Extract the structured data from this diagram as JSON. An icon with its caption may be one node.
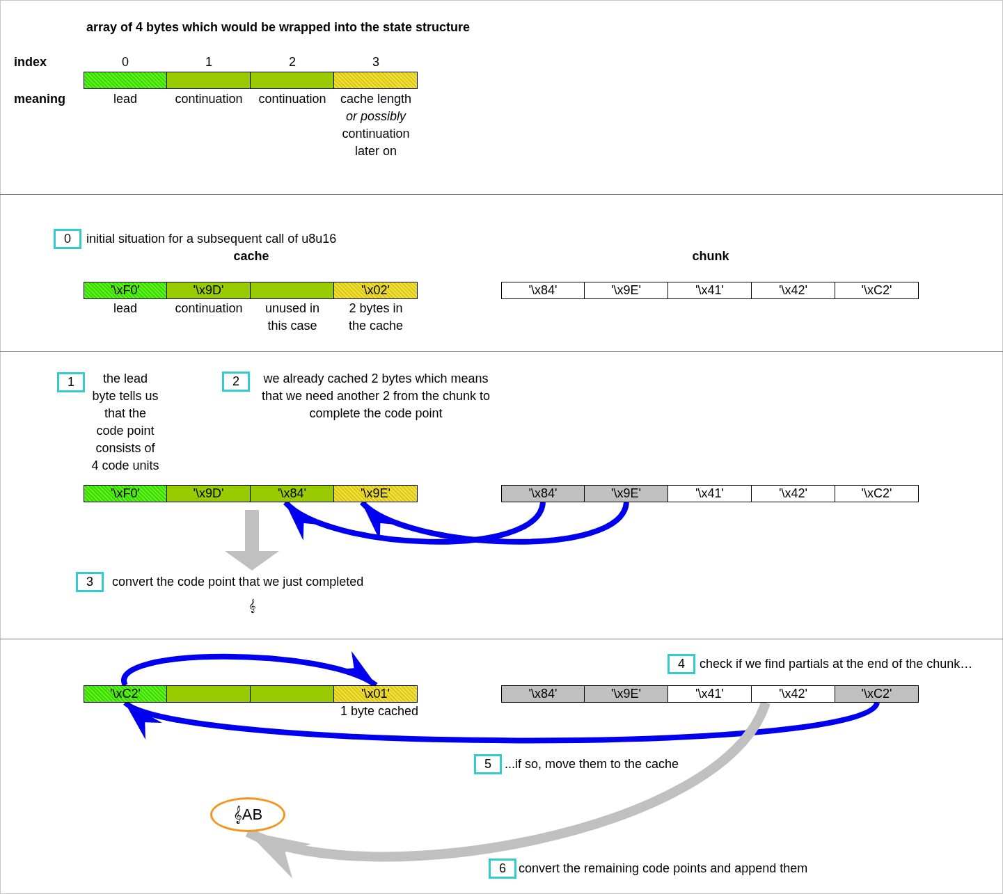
{
  "diagram": {
    "title": "array of 4 bytes which would be wrapped into the state structure",
    "nodes": [
      {
        "text": [],
        "shape": "box",
        "beside": [
          "0",
          "lead"
        ]
      },
      {
        "text": [],
        "shape": "box",
        "beside": [
          "1",
          "continuation"
        ]
      },
      {
        "text": [],
        "shape": "box",
        "beside": [
          "2",
          "continuation"
        ]
      },
      {
        "text": [],
        "shape": "box",
        "beside": [
          "3",
          "cache length *or possibly* continuation later on"
        ]
      },
      {
        "text": [
          "0"
        ],
        "beside": [
          "initial situation for a subsequent call of u8u16"
        ]
      },
      {
        "text": [
          "'\\xF0'"
        ],
        "beside": [
          "lead"
        ]
      },
      {
        "text": [
          "'\\x9D'"
        ],
        "beside": [
          "continuation"
        ]
      },
      {
        "text": [],
        "shape": "box",
        "beside": [
          "unused in this case"
        ]
      },
      {
        "text": [
          "'\\x02'"
        ],
        "beside": [
          "2 bytes in the cache"
        ]
      },
      {
        "text": [
          "'\\x84'"
        ]
      },
      {
        "text": [
          "'\\x9E'"
        ]
      },
      {
        "text": [
          "'\\x41'"
        ]
      },
      {
        "text": [
          "'\\x42'"
        ]
      },
      {
        "text": [
          "'\\xC2'"
        ]
      },
      {
        "text": [
          "1"
        ],
        "beside": [
          "the lead byte tells us that the code point consists of 4 code units"
        ]
      },
      {
        "text": [
          "2"
        ],
        "beside": [
          "we already cached 2 bytes which means that we need another 2 from the chunk to complete the code point"
        ]
      },
      {
        "text": [
          "'\\xF0'"
        ]
      },
      {
        "text": [
          "'\\x9D'"
        ]
      },
      {
        "text": [
          "'\\x84'"
        ]
      },
      {
        "text": [
          "'\\x9E'"
        ]
      },
      {
        "text": [
          "'\\x84'"
        ]
      },
      {
        "text": [
          "'\\x9E'"
        ]
      },
      {
        "text": [
          "'\\x41'"
        ]
      },
      {
        "text": [
          "'\\x42'"
        ]
      },
      {
        "text": [
          "'\\xC2'"
        ]
      },
      {
        "text": [
          "3"
        ],
        "beside": [
          "convert the code point that we just completed"
        ]
      },
      {
        "text": [
          "4"
        ],
        "beside": [
          "check if we find partials at the end of the chunk…"
        ]
      },
      {
        "text": [
          "'\\xC2'"
        ]
      },
      {
        "text": [],
        "shape": "box"
      },
      {
        "text": [],
        "shape": "box"
      },
      {
        "text": [
          "'\\x01'"
        ],
        "beside": [
          "1 byte cached"
        ]
      },
      {
        "text": [
          "'\\x84'"
        ]
      },
      {
        "text": [
          "'\\x9E'"
        ]
      },
      {
        "text": [
          "'\\x41'"
        ]
      },
      {
        "text": [
          "'\\x42'"
        ]
      },
      {
        "text": [
          "'\\xC2'"
        ]
      },
      {
        "text": [
          "5"
        ],
        "beside": [
          "...if so, move them to the cache"
        ]
      },
      {
        "text": [
          "𝄞AB"
        ]
      },
      {
        "text": [
          "6"
        ],
        "beside": [
          "convert the remaining code points and append them"
        ]
      }
    ],
    "edges": [
      {
        "from": 20,
        "to": 18,
        "arrow": "to"
      },
      {
        "from": 21,
        "to": 19,
        "arrow": "to"
      },
      {
        "from": 27,
        "to": 30,
        "arrow": "to"
      },
      {
        "from": 35,
        "to": 27,
        "arrow": "to"
      },
      {
        "from": 34,
        "to": 37,
        "arrow": "to",
        "color": "#c0c0c0"
      }
    ],
    "labels": [
      "index",
      "meaning",
      "cache",
      "chunk",
      "𝄞"
    ]
  }
}
